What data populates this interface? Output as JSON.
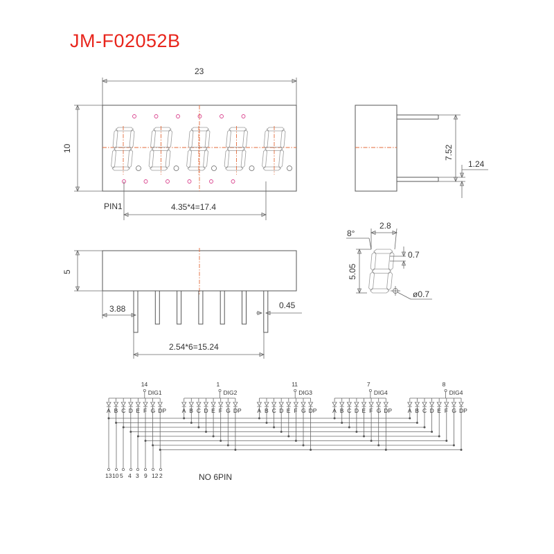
{
  "title": "JM-F02052B",
  "front_view": {
    "width_dim": "23",
    "height_dim": "10",
    "pin1_label": "PIN1",
    "pitch_dim": "4.35*4=17.4"
  },
  "side_view": {
    "height_dim": "7.52",
    "lead_dim": "1.24"
  },
  "bottom_view": {
    "depth_dim": "5",
    "offset_dim": "3.88",
    "pin_dim": "0.45",
    "pin_pitch_dim": "2.54*6=15.24"
  },
  "digit_detail": {
    "angle_dim": "8°",
    "width_dim": "2.8",
    "stroke_dim": "0.7",
    "height_dim": "5.05",
    "dp_dim": "ø0.7"
  },
  "schematic": {
    "digits": [
      {
        "label": "DIG1",
        "pin": "14"
      },
      {
        "label": "DIG2",
        "pin": "1"
      },
      {
        "label": "DIG3",
        "pin": "11"
      },
      {
        "label": "DIG4",
        "pin": "7"
      },
      {
        "label": "DIG4",
        "pin": "8"
      }
    ],
    "segments": [
      "A",
      "B",
      "C",
      "D",
      "E",
      "F",
      "G",
      "DP"
    ],
    "segment_pins": [
      "13",
      "10",
      "5",
      "4",
      "3",
      "9",
      "12",
      "2"
    ],
    "note": "NO 6PIN"
  },
  "colors": {
    "title": "#e8251c",
    "centerline": "#e36a3a",
    "pin_marker": "#d9408c",
    "line": "#555555"
  }
}
